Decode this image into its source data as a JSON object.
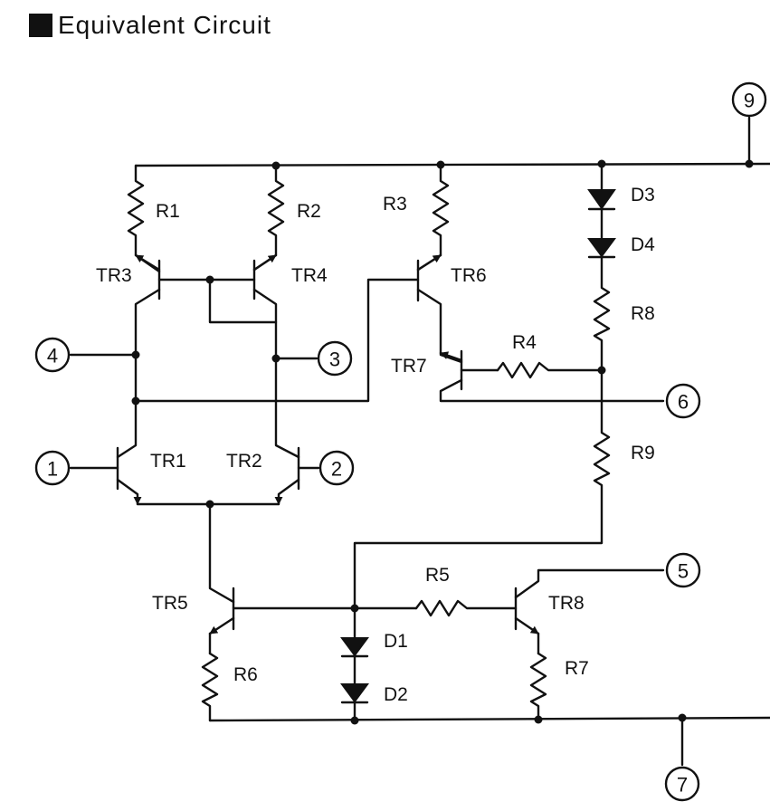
{
  "header": {
    "title": "Equivalent Circuit"
  },
  "pins": {
    "p1": "1",
    "p2": "2",
    "p3": "3",
    "p4": "4",
    "p5": "5",
    "p6": "6",
    "p7": "7",
    "p9": "9"
  },
  "labels": {
    "R1": "R1",
    "R2": "R2",
    "R3": "R3",
    "R4": "R4",
    "R5": "R5",
    "R6": "R6",
    "R7": "R7",
    "R8": "R8",
    "R9": "R9",
    "D1": "D1",
    "D2": "D2",
    "D3": "D3",
    "D4": "D4",
    "TR1": "TR1",
    "TR2": "TR2",
    "TR3": "TR3",
    "TR4": "TR4",
    "TR5": "TR5",
    "TR6": "TR6",
    "TR7": "TR7",
    "TR8": "TR8"
  }
}
